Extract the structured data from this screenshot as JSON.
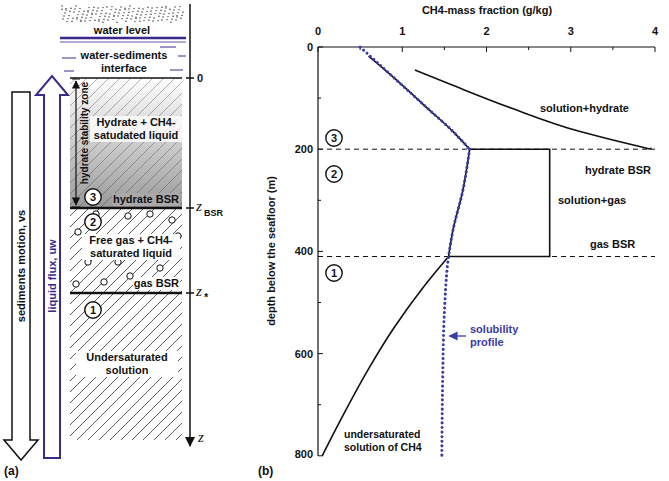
{
  "diagram": {
    "nodes": [
      {
        "text": [
          "Hydrate + CH4- satudated liquid",
          "hydrate BSR"
        ]
      },
      {
        "text": [
          "3"
        ],
        "in": 0
      },
      {
        "text": [
          "Free gas + CH4- saturated liquid",
          "gas BSR"
        ]
      },
      {
        "text": [
          "2"
        ],
        "in": 2
      },
      {
        "text": [
          "Undersaturated solution"
        ]
      },
      {
        "text": [
          "1"
        ],
        "in": 4
      },
      {
        "text": [
          "3"
        ]
      },
      {
        "text": [
          "2"
        ]
      },
      {
        "text": [
          "1"
        ]
      }
    ],
    "labels": [
      "water level",
      "water-sediments interface",
      "hydrate stability zone",
      "0",
      "z",
      "BSR",
      "z",
      "*",
      "z",
      "sediments motion, vs",
      "liquid flux, uw",
      "(a)",
      "CH4-mass fraction (g/kg)",
      "0",
      "1",
      "2",
      "3",
      "4",
      "0",
      "200",
      "400",
      "600",
      "800",
      "depth below the seafloor (m)",
      "solution+hydrate",
      "hydrate BSR",
      "solution+gas",
      "gas BSR",
      "solubility profile",
      "undersaturated solution of CH4",
      "(b)"
    ]
  }
}
